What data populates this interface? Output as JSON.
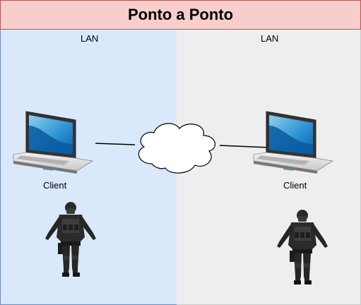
{
  "title": "Ponto a Ponto",
  "lans": [
    {
      "label": "LAN",
      "client_label": "Client"
    },
    {
      "label": "LAN",
      "client_label": "Client"
    }
  ],
  "icons": {
    "laptop": "laptop-icon",
    "cloud": "cloud-icon",
    "person": "soldier-figure-icon"
  },
  "colors": {
    "title_fill": "#f8cecc",
    "title_stroke": "#b85450",
    "lan_left_fill": "#dae8fc",
    "lan_right_fill": "#eeeeee",
    "laptop_screen": "#1a7fc4"
  }
}
